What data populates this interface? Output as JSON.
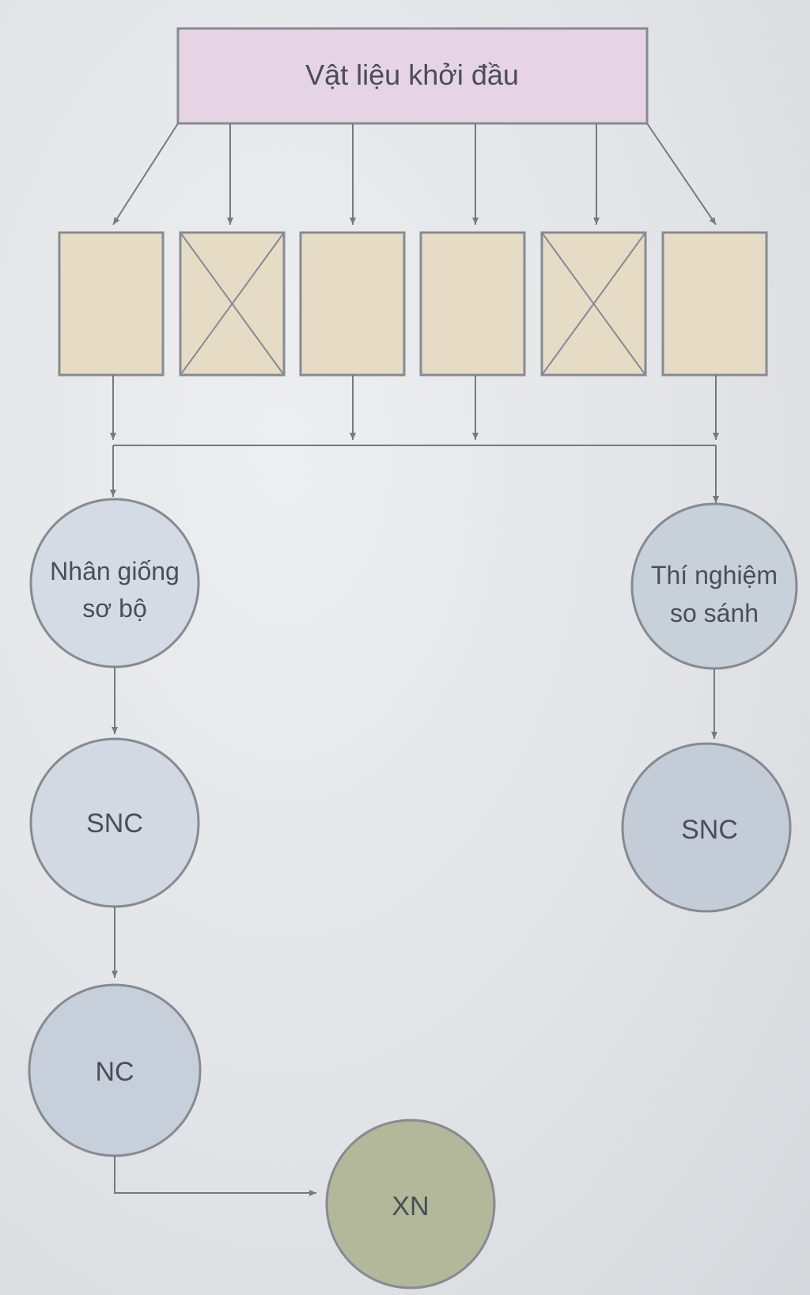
{
  "diagram": {
    "start_label": "Vật liệu khởi đầu",
    "lines": [
      {
        "id": "line-1",
        "crossed": false
      },
      {
        "id": "line-2",
        "crossed": true
      },
      {
        "id": "line-3",
        "crossed": false
      },
      {
        "id": "line-4",
        "crossed": false
      },
      {
        "id": "line-5",
        "crossed": true
      },
      {
        "id": "line-6",
        "crossed": false
      }
    ],
    "left_branch": {
      "node1": {
        "line1": "Nhân giống",
        "line2": "sơ bộ"
      },
      "node2": "SNC",
      "node3": "NC"
    },
    "right_branch": {
      "node1": {
        "line1": "Thí nghiệm",
        "line2": "so sánh"
      },
      "node2": "SNC"
    },
    "final_node": "XN",
    "colors": {
      "start_box": "#e6d4e4",
      "line_box": "#e6dcc6",
      "circle": "#cfd6e0",
      "final_circle": "#b2b699",
      "stroke": "#747a82"
    }
  }
}
